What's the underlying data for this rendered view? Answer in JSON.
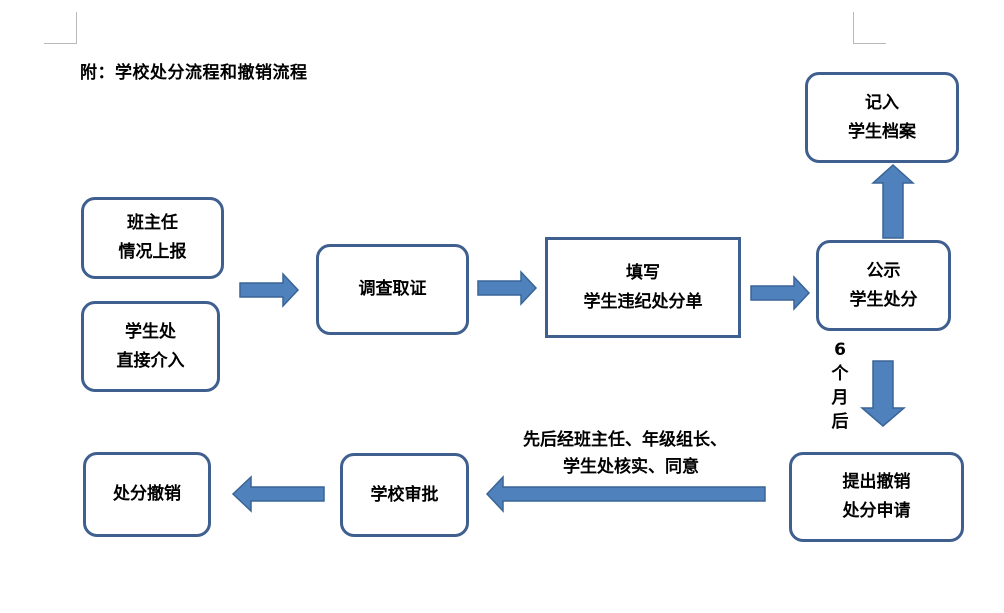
{
  "page": {
    "title": "附：学校处分流程和撤销流程"
  },
  "nodes": {
    "head_teacher_report": "班主任\n情况上报",
    "student_office_intervene": "学生处\n直接介入",
    "investigate": "调查取证",
    "fill_form": "填写\n学生违纪处分单",
    "publicize": "公示\n学生处分",
    "record_file": "记入\n学生档案",
    "apply_revoke": "提出撤销\n处分申请",
    "school_approve": "学校审批",
    "revoke": "处分撤销"
  },
  "notes": {
    "six_months_after": [
      "6",
      "个",
      "月",
      "后"
    ],
    "verify_line1": "先后经班主任、年级组长、",
    "verify_line2": "学生处核实、同意"
  },
  "colors": {
    "box_border": "#3f5f8f",
    "arrow_fill": "#4f81bd",
    "arrow_stroke": "#3a6496"
  }
}
